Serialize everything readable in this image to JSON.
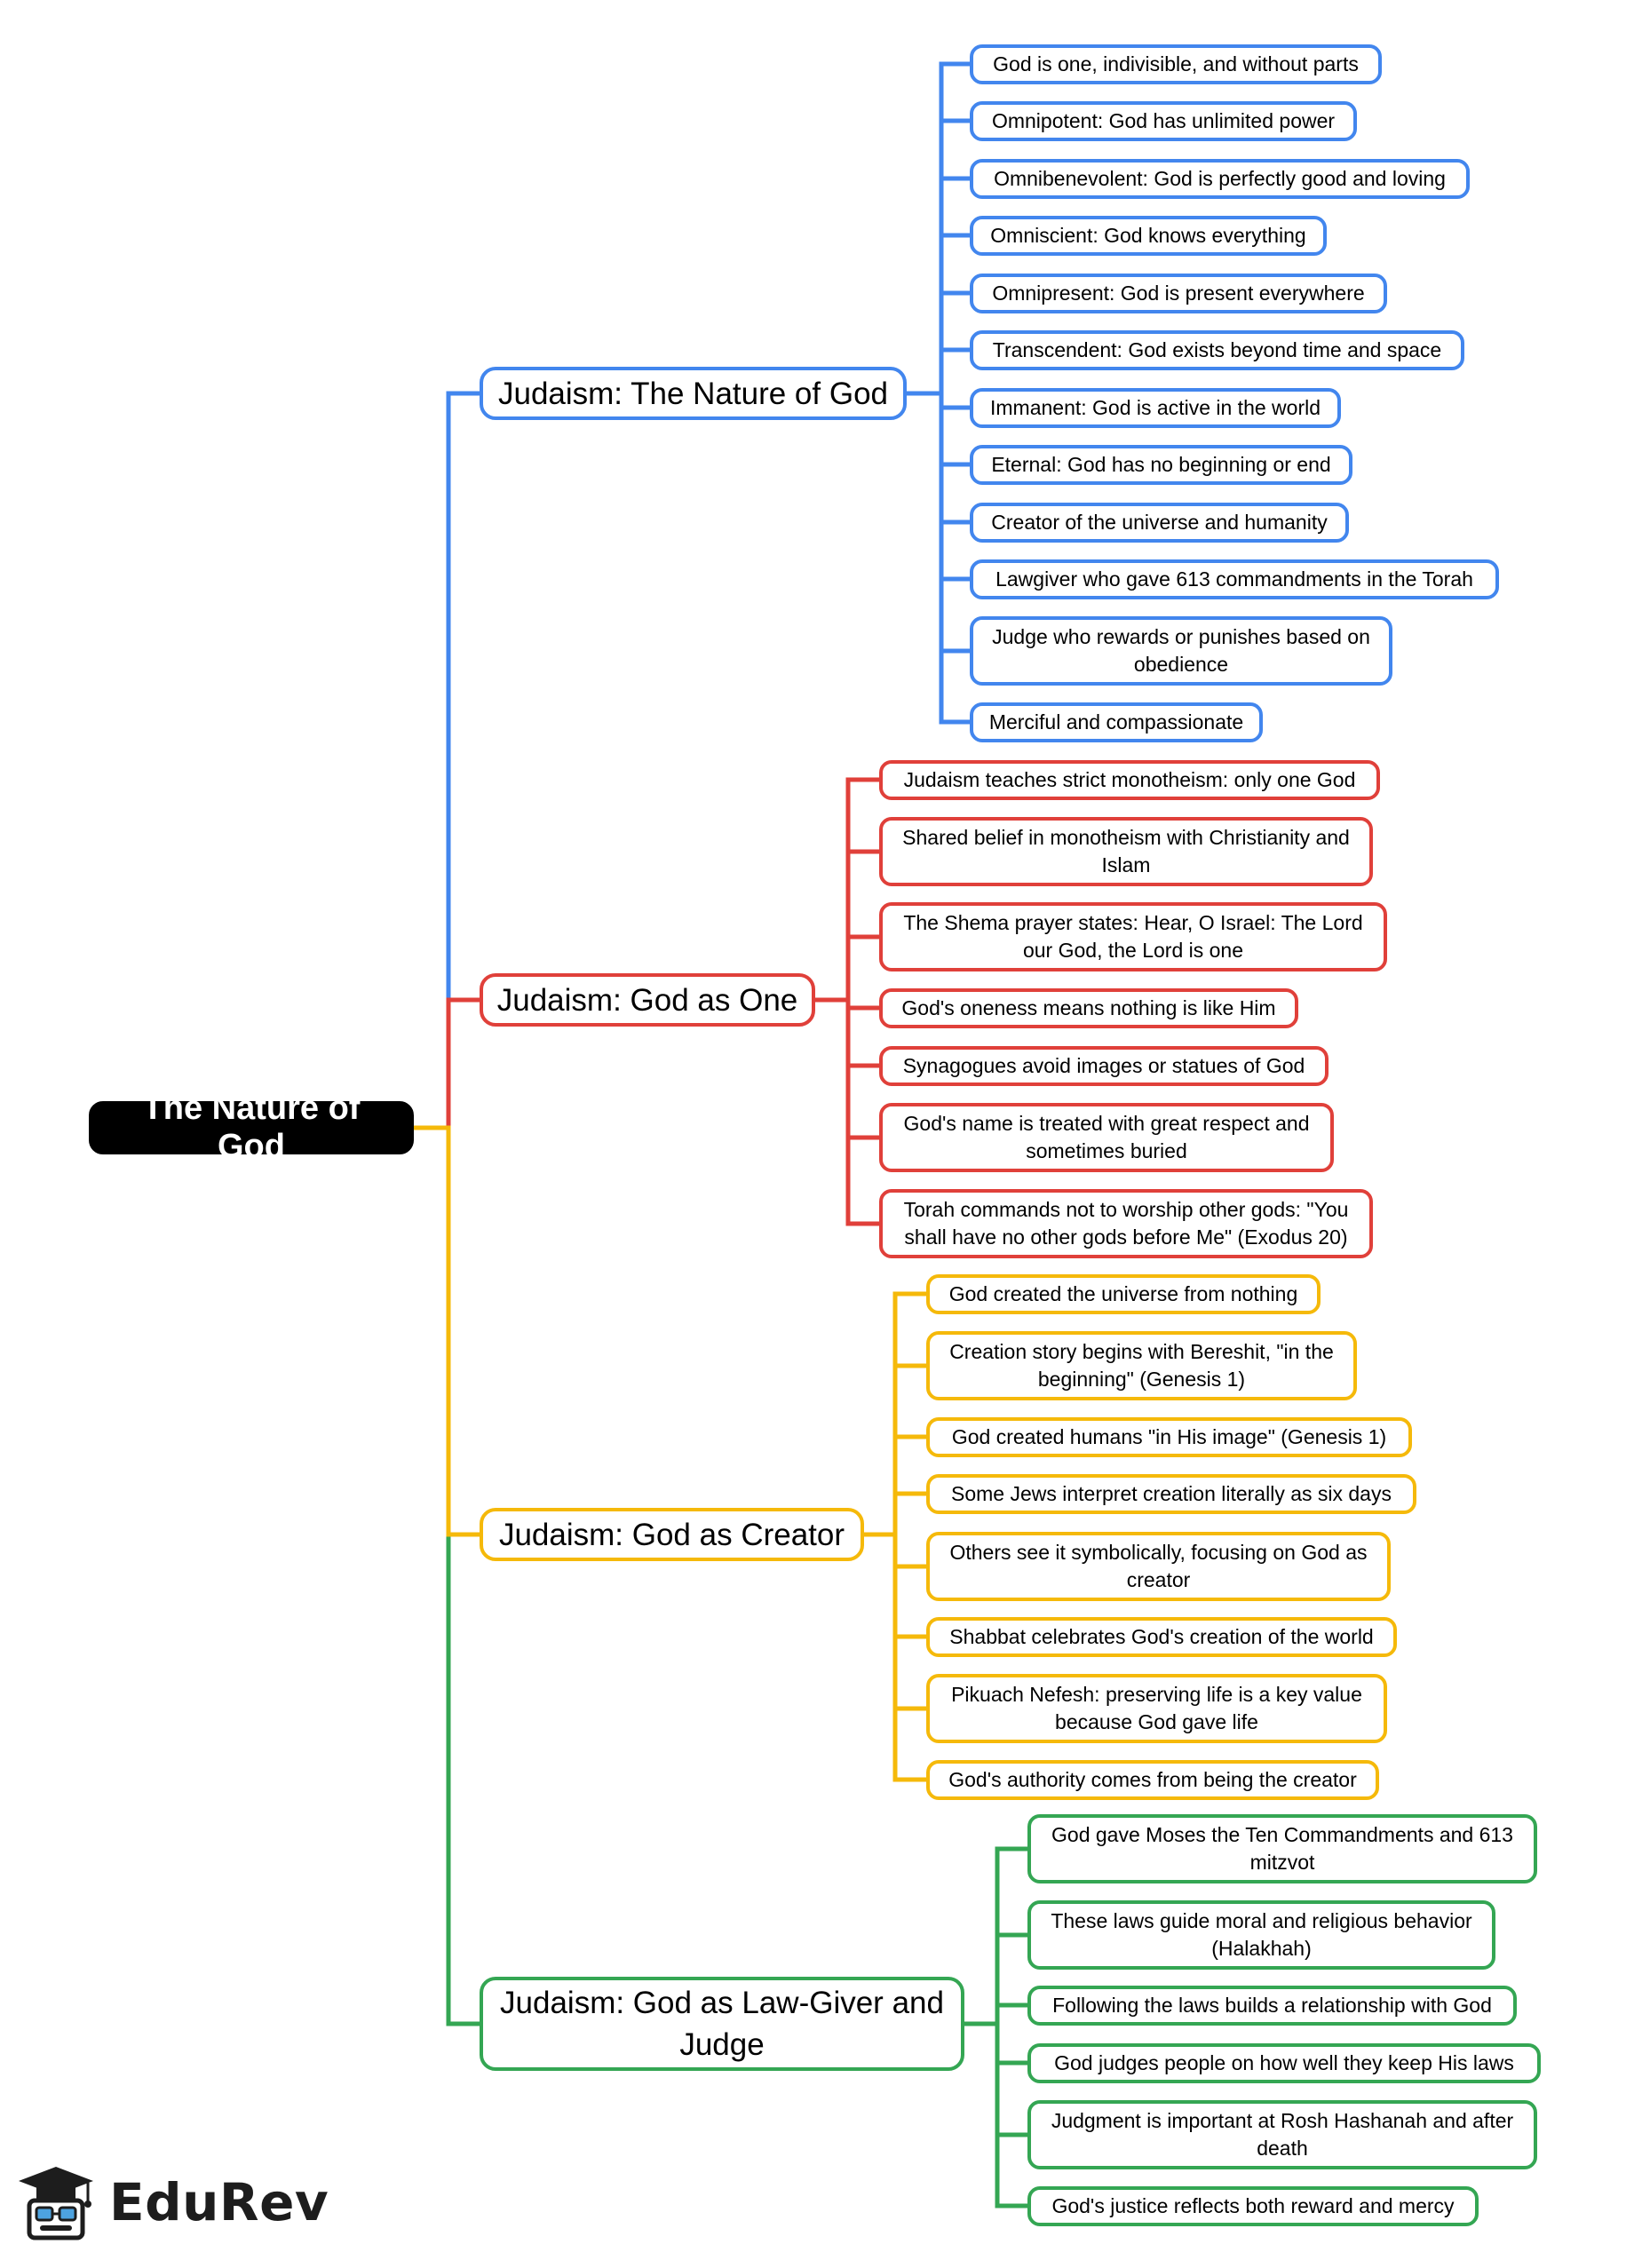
{
  "root": {
    "label": "The Nature of God"
  },
  "branches": [
    {
      "label": "Judaism: The Nature of God",
      "color": "#4286ee",
      "children": [
        "God is one, indivisible, and without parts",
        "Omnipotent: God has unlimited power",
        "Omnibenevolent: God is perfectly good and loving",
        "Omniscient: God knows everything",
        "Omnipresent: God is present everywhere",
        "Transcendent: God exists beyond time and space",
        "Immanent: God is active in the world",
        "Eternal: God has no beginning or end",
        "Creator of the universe and humanity",
        "Lawgiver who gave 613 commandments in the Torah",
        "Judge who rewards or punishes based on obedience",
        "Merciful and compassionate"
      ]
    },
    {
      "label": "Judaism: God as One",
      "color": "#e0403a",
      "children": [
        "Judaism teaches strict monotheism: only one God",
        "Shared belief in monotheism with Christianity and Islam",
        "The Shema prayer states: Hear, O Israel: The Lord our God, the Lord is one",
        "God's oneness means nothing is like Him",
        "Synagogues avoid images or statues of God",
        "God's name is treated with great respect and sometimes buried",
        "Torah commands not to worship other gods: \"You shall have no other gods before Me\" (Exodus 20)"
      ]
    },
    {
      "label": "Judaism: God as Creator",
      "color": "#f5b90a",
      "children": [
        "God created the universe from nothing",
        "Creation story begins with Bereshit, \"in the beginning\" (Genesis 1)",
        "God created humans \"in His image\" (Genesis 1)",
        "Some Jews interpret creation literally as six days",
        "Others see it symbolically, focusing on God as creator",
        "Shabbat celebrates God's creation of the world",
        "Pikuach Nefesh: preserving life is a key value because God gave life",
        "God's authority comes from being the creator"
      ]
    },
    {
      "label": "Judaism: God as Law-Giver and Judge",
      "color": "#34a653",
      "children": [
        "God gave Moses the Ten Commandments and 613 mitzvot",
        "These laws guide moral and religious behavior (Halakhah)",
        "Following the laws builds a relationship with God",
        "God judges people on how well they keep His laws",
        "Judgment is important at Rosh Hashanah and after death",
        "God's justice reflects both reward and mercy"
      ]
    }
  ],
  "brand": {
    "name": "EduRev"
  }
}
